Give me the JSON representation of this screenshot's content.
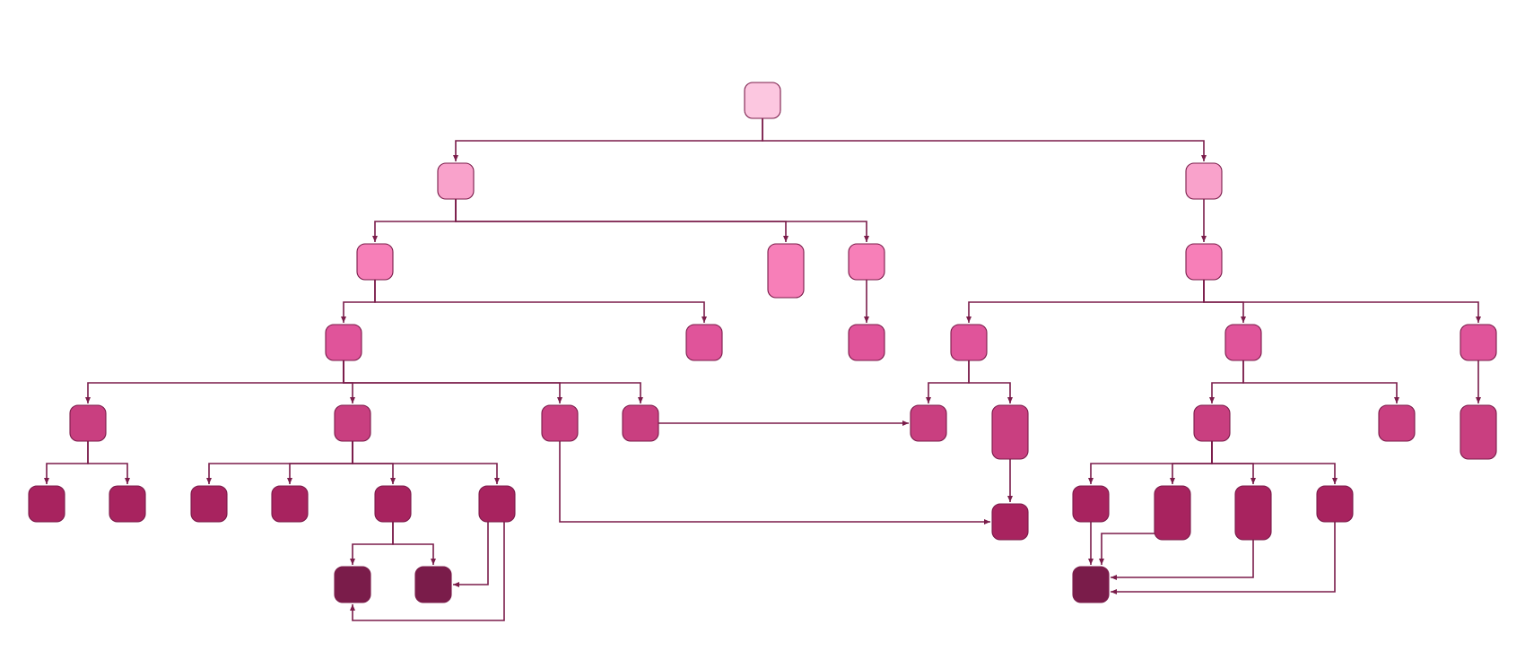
{
  "diagram": {
    "palette": {
      "edge": "#7a1c4a",
      "level0": "#fcc7e0",
      "level1": "#f9a2cb",
      "level2": "#f77fb8",
      "level3": "#e0549a",
      "level4": "#c93f80",
      "level5": "#a8235f",
      "level6": "#7a1c4a"
    },
    "nodes": [
      {
        "id": "root",
        "level": 0
      },
      {
        "id": "a",
        "level": 1
      },
      {
        "id": "b",
        "level": 1
      },
      {
        "id": "a1",
        "level": 2
      },
      {
        "id": "a2",
        "level": 2
      },
      {
        "id": "a3",
        "level": 2
      },
      {
        "id": "b1",
        "level": 2
      },
      {
        "id": "a1a",
        "level": 3
      },
      {
        "id": "a1b",
        "level": 3
      },
      {
        "id": "a3a",
        "level": 3
      },
      {
        "id": "b1a",
        "level": 3
      },
      {
        "id": "b1b",
        "level": 3
      },
      {
        "id": "b1c",
        "level": 3
      },
      {
        "id": "n1",
        "level": 4
      },
      {
        "id": "n2",
        "level": 4
      },
      {
        "id": "n3",
        "level": 4
      },
      {
        "id": "n4",
        "level": 4
      },
      {
        "id": "m1",
        "level": 4
      },
      {
        "id": "m2",
        "level": 4
      },
      {
        "id": "p1",
        "level": 4
      },
      {
        "id": "p2",
        "level": 4
      },
      {
        "id": "q1",
        "level": 4
      },
      {
        "id": "l1",
        "level": 5
      },
      {
        "id": "l2",
        "level": 5
      },
      {
        "id": "l3",
        "level": 5
      },
      {
        "id": "l4",
        "level": 5
      },
      {
        "id": "l5",
        "level": 5
      },
      {
        "id": "l6",
        "level": 5
      },
      {
        "id": "t1",
        "level": 5
      },
      {
        "id": "r1",
        "level": 5
      },
      {
        "id": "r2",
        "level": 5
      },
      {
        "id": "r3",
        "level": 5
      },
      {
        "id": "r4",
        "level": 5
      },
      {
        "id": "d1",
        "level": 6
      },
      {
        "id": "d2",
        "level": 6
      },
      {
        "id": "d3",
        "level": 6
      }
    ],
    "edges": [
      {
        "from": "root",
        "to": "a"
      },
      {
        "from": "root",
        "to": "b"
      },
      {
        "from": "a",
        "to": "a1"
      },
      {
        "from": "a",
        "to": "a2"
      },
      {
        "from": "a",
        "to": "a3"
      },
      {
        "from": "b",
        "to": "b1"
      },
      {
        "from": "a1",
        "to": "a1a"
      },
      {
        "from": "a1",
        "to": "a1b"
      },
      {
        "from": "a3",
        "to": "a3a"
      },
      {
        "from": "b1",
        "to": "b1a"
      },
      {
        "from": "b1",
        "to": "b1b"
      },
      {
        "from": "b1",
        "to": "b1c"
      },
      {
        "from": "a1a",
        "to": "n1"
      },
      {
        "from": "a1a",
        "to": "n2"
      },
      {
        "from": "a1a",
        "to": "n3"
      },
      {
        "from": "a1a",
        "to": "n4"
      },
      {
        "from": "n4",
        "to": "m1"
      },
      {
        "from": "b1a",
        "to": "m1"
      },
      {
        "from": "b1a",
        "to": "m2"
      },
      {
        "from": "b1b",
        "to": "p1"
      },
      {
        "from": "b1b",
        "to": "p2"
      },
      {
        "from": "b1c",
        "to": "q1"
      },
      {
        "from": "n1",
        "to": "l1"
      },
      {
        "from": "n1",
        "to": "l2"
      },
      {
        "from": "n2",
        "to": "l3"
      },
      {
        "from": "n2",
        "to": "l4"
      },
      {
        "from": "n2",
        "to": "l5"
      },
      {
        "from": "n2",
        "to": "l6"
      },
      {
        "from": "n3",
        "to": "t1"
      },
      {
        "from": "m2",
        "to": "t1"
      },
      {
        "from": "p1",
        "to": "r1"
      },
      {
        "from": "p1",
        "to": "r2"
      },
      {
        "from": "p1",
        "to": "r3"
      },
      {
        "from": "p1",
        "to": "r4"
      },
      {
        "from": "l5",
        "to": "d1"
      },
      {
        "from": "l5",
        "to": "d2"
      },
      {
        "from": "l6",
        "to": "d2"
      },
      {
        "from": "l6",
        "to": "d1"
      },
      {
        "from": "r1",
        "to": "d3"
      },
      {
        "from": "r2",
        "to": "d3"
      },
      {
        "from": "r3",
        "to": "d3"
      },
      {
        "from": "r4",
        "to": "d3"
      }
    ]
  }
}
